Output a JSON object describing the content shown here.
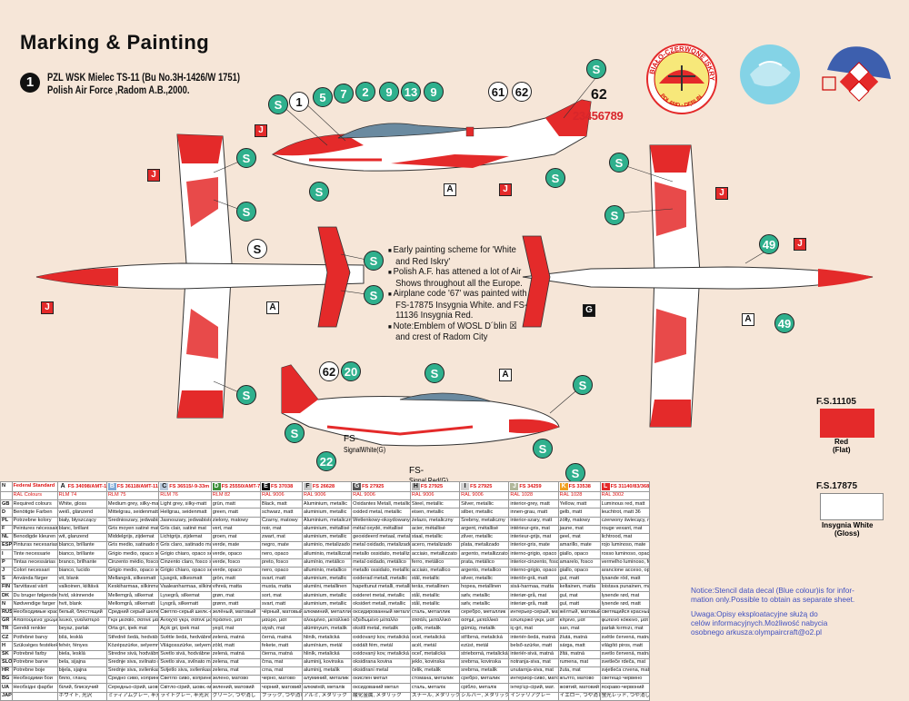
{
  "header": {
    "title": "Marking & Painting",
    "option": "1",
    "line1": "PZL WSK Mielec TS-11 (Bu No.3H-1426/W 1751)",
    "line2": "Polish Air Force ,Radom A.B.,2000."
  },
  "emblem": {
    "text_top": "BIAŁO-CZERWONE ISKRY",
    "text_bottom": "POLAND · DĘBLIN"
  },
  "callouts": {
    "num62": "62",
    "digits": "23456789",
    "num61": "61",
    "num62b": "62",
    "num62c": "62",
    "num20": "20",
    "num22": "22",
    "num49a": "49",
    "num49b": "49",
    "num1": "1",
    "num5": "5",
    "num7": "7",
    "num2": "2",
    "num9": "9",
    "num13": "13",
    "num9b": "9",
    "S": "S",
    "A": "A",
    "J": "J",
    "G": "G"
  },
  "fs_labels": {
    "white": "FS-",
    "white_sub": "SignalWhite(G)",
    "red": "FS-",
    "red_sub": "Signal Red(G)"
  },
  "notes": [
    "Early painting scheme for 'White and Red Iskry'",
    "Polish A.F. has attened a lot of Air Shows throughout all the Europe.",
    "Airplane code '67' was painted with FS-17875 Insygnia White. and FS-11136 Insygnia Red.",
    "Note:Emblem of WOSL D´blin ☒ and crest of Radom City"
  ],
  "swatches": {
    "red_code": "F.S.11105",
    "red_name": "Red",
    "red_finish": "(Flat)",
    "white_code": "F.S.17875",
    "white_name": "Insygnia White",
    "white_finish": "(Gloss)"
  },
  "notice": [
    "Notice:Stencil data decal (Blue colour)is for infor-",
    "mation only.Possible to obtain as separate sheet.",
    "Uwaga:Opisy eksploatacyjne służą do",
    "celów informacyjnych.Możliwość nabycia",
    "osobnego arkusza:olympaircraft@o2.pl"
  ],
  "table": {
    "letters": [
      "N",
      "A",
      "B",
      "C",
      "D",
      "E",
      "F",
      "G",
      "H",
      "I",
      "J",
      "K",
      "L"
    ],
    "codes": [
      "Federal Standard",
      "FS 34098/AMT-12",
      "FS 36118/AMT-11",
      "FS 36515/-9-33m",
      "FS 25550/AMT-7",
      "FS 37038",
      "FS 26628",
      "FS 27925",
      "FS 27925",
      "FS 27925",
      "FS 34259",
      "FS 33538",
      "FS 31140/83/368"
    ],
    "ral": [
      "RAL Colours",
      "RLM 74",
      "RLM 75",
      "RLM 76",
      "RLM 82",
      "RAL 9006",
      "RAL 9006",
      "RAL 9006",
      "RAL 9006",
      "RAL 9006",
      "RAL 1028",
      "RAL 1028",
      "RAL 3002"
    ],
    "rows": [
      [
        "GB",
        "Required colours",
        "White, gloss",
        "Medium grey, silky-matt",
        "Light grey, silky-matt",
        "grün, matt",
        "Black, matt",
        "Aluminium, metallic",
        "Oxidantes Metall, metallic",
        "Steel, metallic",
        "Silver, metallic",
        "interior-grey, matt",
        "Yellow, matt",
        "Luminous red, matt"
      ],
      [
        "D",
        "Benötigte Farben",
        "weiß, glänzend",
        "Mittelgrau, seidenmatt",
        "Hellgrau, seidenmatt",
        "green, matt",
        "schwarz, matt",
        "aluminium, metallic",
        "oxided metal, metallic",
        "eisen, metallic",
        "silber, metallic",
        "innen-grau, matt",
        "gelb, matt",
        "leuchtrot, matt 36"
      ],
      [
        "PL",
        "Potrzebne kolory",
        "biały, błyszczący",
        "Średnioszary, jedwabisto-matowy",
        "Jasnoszary, jedwabisto-matowy",
        "zielony, matowy",
        "Czarny, matowy",
        "Aluminium, metaliczny",
        "Wetlenkowy-oksydowany, metaliczny",
        "żelazo, metaliczny",
        "Srebrny, metaliczny",
        "interior-szary, matt",
        "żółty, matowy",
        "czerwony świecący, matowy"
      ],
      [
        "F",
        "Peintures nécessaires",
        "blanc, brillant",
        "Gris moyen satiné mat",
        "Gris clair, satiné mat",
        "vert, mat",
        "noir, mat",
        "aluminium, métallisé",
        "métal oxydé, métallisé",
        "acier, métallisé",
        "argent, métallisé",
        "intérieur-gris, mat",
        "jaune, mat",
        "rouge vexant, mat"
      ],
      [
        "NL",
        "Benodigde kleuren",
        "wit, glanzend",
        "Middelgrijs, zijdemat",
        "Lichtgrijs, zijdemat",
        "groen, mat",
        "zwart, mat",
        "aluminium, metallic",
        "geoxideerd metaal, metallic",
        "staal, metallic",
        "zilver, metallic",
        "interieur-grijs, mat",
        "geel, mat",
        "lichtrood, mat"
      ],
      [
        "ESP",
        "Pinturas necesarias",
        "blanco, brillante",
        "Gris medio, satinado mate",
        "Gris claro, satinado mate",
        "verde, mate",
        "negro, mate",
        "aluminio, metalizado",
        "metal oxidado, metalizado",
        "acero, metalizado",
        "plata, metalizado",
        "interior-gris, mate",
        "amarillo, mate",
        "rojo luminoso, mate"
      ],
      [
        "I",
        "Tinte necessarie",
        "bianco, brillante",
        "Grigio medio, opaco seta",
        "Grigio chiaro, opaco seta",
        "verde, opaco",
        "nero, opaco",
        "alluminio, metallizzato",
        "metallo ossidato, metallizzato",
        "acciaio, metallizzato",
        "argento, metallizzato",
        "interno-grigio, opaco",
        "giallo, opaco",
        "rosso luminoso, opaco"
      ],
      [
        "P",
        "Tintas necessárias",
        "branco, brilhante",
        "Cinzento médio, fosco sedoso",
        "Cinzento claro, fosco sedoso",
        "verde, fosco",
        "preto, fosco",
        "alumínio, metálico",
        "metal oxidado, metálico",
        "ferro, metálico",
        "prata, metálico",
        "interior-cinzento, fosco",
        "amarelo, fosco",
        "vermelho luminoso, fosco"
      ],
      [
        "J",
        "Colori necessari",
        "bianco, lucido",
        "Grigio medio, opaco seta",
        "Grigio chiaro, opaco seta",
        "verde, opaco",
        "nero, opaco",
        "alluminio, metallico",
        "metallo ossidato, metallico",
        "acciaio, metallico",
        "argento, metallico",
        "interno-grigio, opaco",
        "giallo, opaco",
        "arancione acceso, opaco"
      ],
      [
        "S",
        "Använda färger",
        "vit, blank",
        "Mellangrå, silkesmatt",
        "Ljusgrå, silkesmatt",
        "grön, matt",
        "svart, matt",
        "aluminium, metallic",
        "oxiderad metall, metallic",
        "stål, metallic",
        "silver, metallic",
        "interiör-grå, matt",
        "gul, matt",
        "lysande röd, matt"
      ],
      [
        "FIN",
        "Tarvittavat värit",
        "valkoinen, kiiltävä",
        "Keskiharmaa, silkinmatta",
        "Vaaleanharmaa, silkinmatta",
        "vihreä, matta",
        "musta, matta",
        "alumiini, metallinen",
        "hapettunut metalli, metallinen",
        "teräs, metallinen",
        "hopea, metallinen",
        "sisä-harmaa, matta",
        "keltainen, matta",
        "loistava punainen, matta"
      ],
      [
        "DK",
        "Du bruger følgende farver",
        "hvid, skinnende",
        "Mellemgrå, silkemat",
        "Lysegrå, silkemat",
        "grøn, mat",
        "sort, mat",
        "aluminium, metallic",
        "oxideret metal, metallic",
        "stål, metallic",
        "sølv, metallic",
        "interiør-grå, mat",
        "gul, mat",
        "lysende rød, mat"
      ],
      [
        "N",
        "Nødvendige farger",
        "hvit, blank",
        "Mellomgrå, silkematt",
        "Lysgrå, silkematt",
        "grønn, matt",
        "svart, matt",
        "aluminium, metallic",
        "oksidert metall, metallic",
        "stål, metallic",
        "sølv, metallic",
        "interiør-grå, matt",
        "gul, matt",
        "lysende rød, matt"
      ],
      [
        "RUS",
        "Необходимые краски",
        "белый, блестящий",
        "Средний серый шелк.-матовый",
        "Светло-серый шелк.-матовый",
        "зелёный, матовый",
        "чёрный, матовый",
        "алюминий, металлик",
        "оксидированный металл",
        "сталь, металлик",
        "серебро, металлик",
        "интерьер-серый, матов.",
        "жёлтый, матовый",
        "светящийся красный"
      ],
      [
        "GR",
        "Απαιτούμενα χρώματα",
        "λευκό, γυαλιστερό",
        "Γκρι μεσαίο, σατινέ ματ",
        "Ανοιχτό γκρι, σατινέ ματ",
        "πράσινο, ματ",
        "μαύρο, ματ",
        "αλουμίνιο, μεταλλικό",
        "οξειδωμένο μέταλλο",
        "ατσάλι, μεταλλικό",
        "ασημί, μεταλλικό",
        "εσωτερικό γκρι, ματ",
        "κίτρινο, ματ",
        "φωτεινό κόκκινο, ματ"
      ],
      [
        "TR",
        "Gerekli renkler",
        "beyaz, parlak",
        "Orta gri, ipek mat",
        "Açık gri, ipek mat",
        "yeşil, mat",
        "siyah, mat",
        "alüminyum, metalik",
        "oksitli metal, metalik",
        "çelik, metalik",
        "gümüş, metalik",
        "iç-gri, mat",
        "sarı, mat",
        "parlak kırmızı, mat"
      ],
      [
        "CZ",
        "Potřebné barvy",
        "bílá, lesklá",
        "Středně šedá, hedvábně matná",
        "Světle šedá, hedvábně matná",
        "zelená, matná",
        "černá, matná",
        "hliník, metalická",
        "oxidovaný kov, metalická",
        "ocel, metalická",
        "stříbrná, metalická",
        "interiér-šedá, matná",
        "žlutá, matná",
        "světle červená, matná"
      ],
      [
        "H",
        "Szükséges festékek",
        "fehér, fényes",
        "Középszürke, selyemmatt",
        "Világosszürke, selyemmatt",
        "zöld, matt",
        "fekete, matt",
        "alumínium, metál",
        "oxidált fém, metál",
        "acél, metál",
        "ezüst, metál",
        "belső-szürke, matt",
        "sárga, matt",
        "világító piros, matt"
      ],
      [
        "SK",
        "Potrebné farby",
        "biela, lesklá",
        "Stredne sivá, hodvábne matná",
        "Svetlo sivá, hodvábne matná",
        "zelená, matná",
        "čierna, matná",
        "hliník, metalická",
        "oxidovaný kov, metalická",
        "oceľ, metalická",
        "strieborná, metalická",
        "interiér-sivá, matná",
        "žltá, matná",
        "svetlo červená, matná"
      ],
      [
        "SLO",
        "Potrebne barve",
        "bela, sijajna",
        "Srednje siva, svilnato mat",
        "Svetlo siva, svilnato mat",
        "zelena, mat",
        "črna, mat",
        "aluminij, kovinska",
        "oksidirana kovina",
        "jeklo, kovinska",
        "srebrna, kovinska",
        "notranja-siva, mat",
        "rumena, mat",
        "svetleče rdeča, mat"
      ],
      [
        "HR",
        "Potrebne boje",
        "bijela, sjajna",
        "Srednje siva, svilenkasto mat",
        "Svijetlo siva, svilenkasto mat",
        "zelena, mat",
        "crna, mat",
        "aluminij, metalik",
        "oksidirani metal",
        "čelik, metalik",
        "srebrna, metalik",
        "unutarnja-siva, mat",
        "žuta, mat",
        "svjetleća crvena, mat"
      ],
      [
        "BG",
        "Необходими бои",
        "бяло, гланц",
        "Средно сиво, копринено матово",
        "Светло сиво, копринено матово",
        "зелено, матово",
        "черно, матово",
        "алуминий, металик",
        "окислен метал",
        "стомана, металик",
        "сребро, металик",
        "интериор-сиво, матово",
        "жълто, матово",
        "светещо червено"
      ],
      [
        "UA",
        "Необхідні фарби",
        "білий, блискучий",
        "Середньо-сірий, шовк.-мат.",
        "Світло-сірий, шовк.-мат.",
        "зелений, матовий",
        "чорний, матовий",
        "алюміній, металік",
        "оксидований метал",
        "сталь, металік",
        "срібло, металік",
        "інтер'єр-сірий, мат.",
        "жовтий, матовий",
        "яскраво-червоний"
      ],
      [
        "JAP",
        "",
        "ホワイト, 光沢",
        "ミディアムグレー, 半光沢",
        "ライトグレー, 半光沢",
        "グリーン, つや消し",
        "ブラック, つや消し",
        "アルミ, メタリック",
        "酸化金属, メタリック",
        "スチール, メタリック",
        "シルバー, メタリック",
        "インテリアグレー",
        "イエロー, つや消し",
        "蛍光レッド, つや消し"
      ]
    ]
  },
  "colors": {
    "red": "#e42a2a",
    "green": "#2fb08d",
    "letter_A": "#ffffff",
    "letter_B": "#7fa9d6",
    "letter_C": "#b9c9da",
    "letter_D": "#3d8f3a",
    "letter_E": "#111111",
    "letter_F": "#c8c8c8",
    "letter_G": "#555555",
    "letter_H": "#b8b8b8",
    "letter_I": "#d0d0d0",
    "letter_J": "#b0b79a",
    "letter_K": "#f0a020",
    "letter_L": "#e42a2a"
  }
}
